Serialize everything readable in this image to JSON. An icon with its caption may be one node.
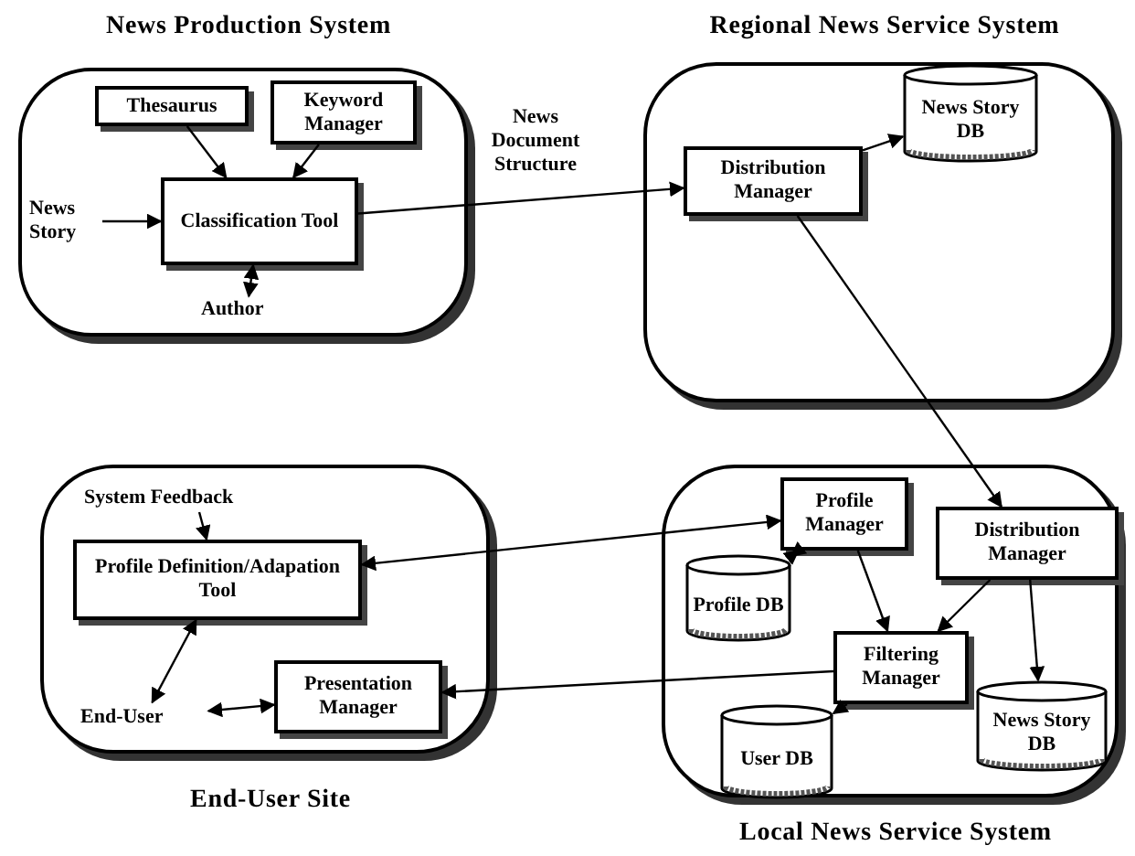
{
  "diagram": {
    "nodes": [
      {
        "text": [
          "News Production System"
        ]
      },
      {
        "text": [
          "Thesaurus"
        ],
        "in": 0
      },
      {
        "text": [
          "Keyword Manager"
        ],
        "in": 0
      },
      {
        "text": [
          "News Story"
        ],
        "in": 0
      },
      {
        "text": [
          "Classification Tool"
        ],
        "in": 0
      },
      {
        "text": [
          "Author"
        ],
        "in": 0
      },
      {
        "text": [
          "Regional News Service System"
        ]
      },
      {
        "text": [
          "Distribution Manager"
        ],
        "in": 6
      },
      {
        "text": [
          "News Story DB"
        ],
        "in": 6
      },
      {
        "text": [
          "End-User Site"
        ]
      },
      {
        "text": [
          "System Feedback"
        ],
        "in": 9
      },
      {
        "text": [
          "Profile Definition/Adapation Tool"
        ],
        "in": 9
      },
      {
        "text": [
          "End-User"
        ],
        "in": 9
      },
      {
        "text": [
          "Presentation Manager"
        ],
        "in": 9
      },
      {
        "text": [
          "Local News Service System"
        ]
      },
      {
        "text": [
          "Profile Manager"
        ],
        "in": 14
      },
      {
        "text": [
          "Distribution Manager"
        ],
        "in": 14
      },
      {
        "text": [
          "Profile DB"
        ],
        "in": 14
      },
      {
        "text": [
          "Filtering Manager"
        ],
        "in": 14
      },
      {
        "text": [
          "User DB"
        ],
        "in": 14
      },
      {
        "text": [
          "News Story DB"
        ],
        "in": 14
      }
    ],
    "edges": [
      {
        "from": 1,
        "to": 4,
        "arrow": "to"
      },
      {
        "from": 2,
        "to": 4,
        "arrow": "to"
      },
      {
        "from": 3,
        "to": 4,
        "arrow": "to"
      },
      {
        "from": 5,
        "to": 4,
        "arrow": "both"
      },
      {
        "from": 4,
        "to": 7,
        "arrow": "to",
        "label": "News Document Structure"
      },
      {
        "from": 7,
        "to": 8,
        "arrow": "to"
      },
      {
        "from": 7,
        "to": 16,
        "arrow": "to"
      },
      {
        "from": 10,
        "to": 11,
        "arrow": "to"
      },
      {
        "from": 15,
        "to": 11,
        "arrow": "both"
      },
      {
        "from": 11,
        "to": 12,
        "arrow": "both"
      },
      {
        "from": 12,
        "to": 13,
        "arrow": "both"
      },
      {
        "from": 18,
        "to": 13,
        "arrow": "to"
      },
      {
        "from": 17,
        "to": 15,
        "arrow": "both"
      },
      {
        "from": 15,
        "to": 18,
        "arrow": "to"
      },
      {
        "from": 16,
        "to": 18,
        "arrow": "to"
      },
      {
        "from": 16,
        "to": 20,
        "arrow": "to"
      },
      {
        "from": 18,
        "to": 19,
        "arrow": "to"
      }
    ]
  }
}
